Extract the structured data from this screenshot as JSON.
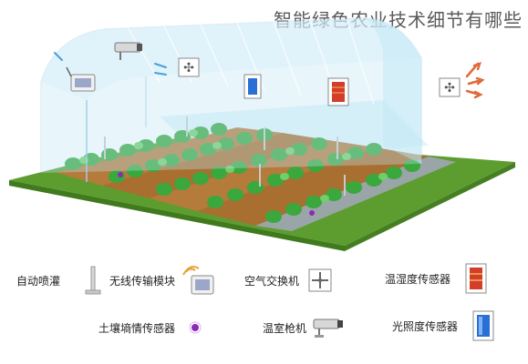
{
  "header": {
    "title": "智能绿色农业技术细节有哪些"
  },
  "legend": {
    "sprinkler": "自动喷灌",
    "wireless": "无线传输模块",
    "air_exchanger": "空气交换机",
    "temp_humidity": "温湿度传感器",
    "soil_sensor": "土壤墒情传感器",
    "camera": "温室枪机",
    "light_sensor": "光照度传感器"
  },
  "colors": {
    "ground": "#5a9e2e",
    "soil": "#b07a3a",
    "greenhouse_glass": "#bfe6f5",
    "arrow": "#e06a3a",
    "plant": "#3cb043",
    "sensor_dot": "#8a2bb5"
  }
}
